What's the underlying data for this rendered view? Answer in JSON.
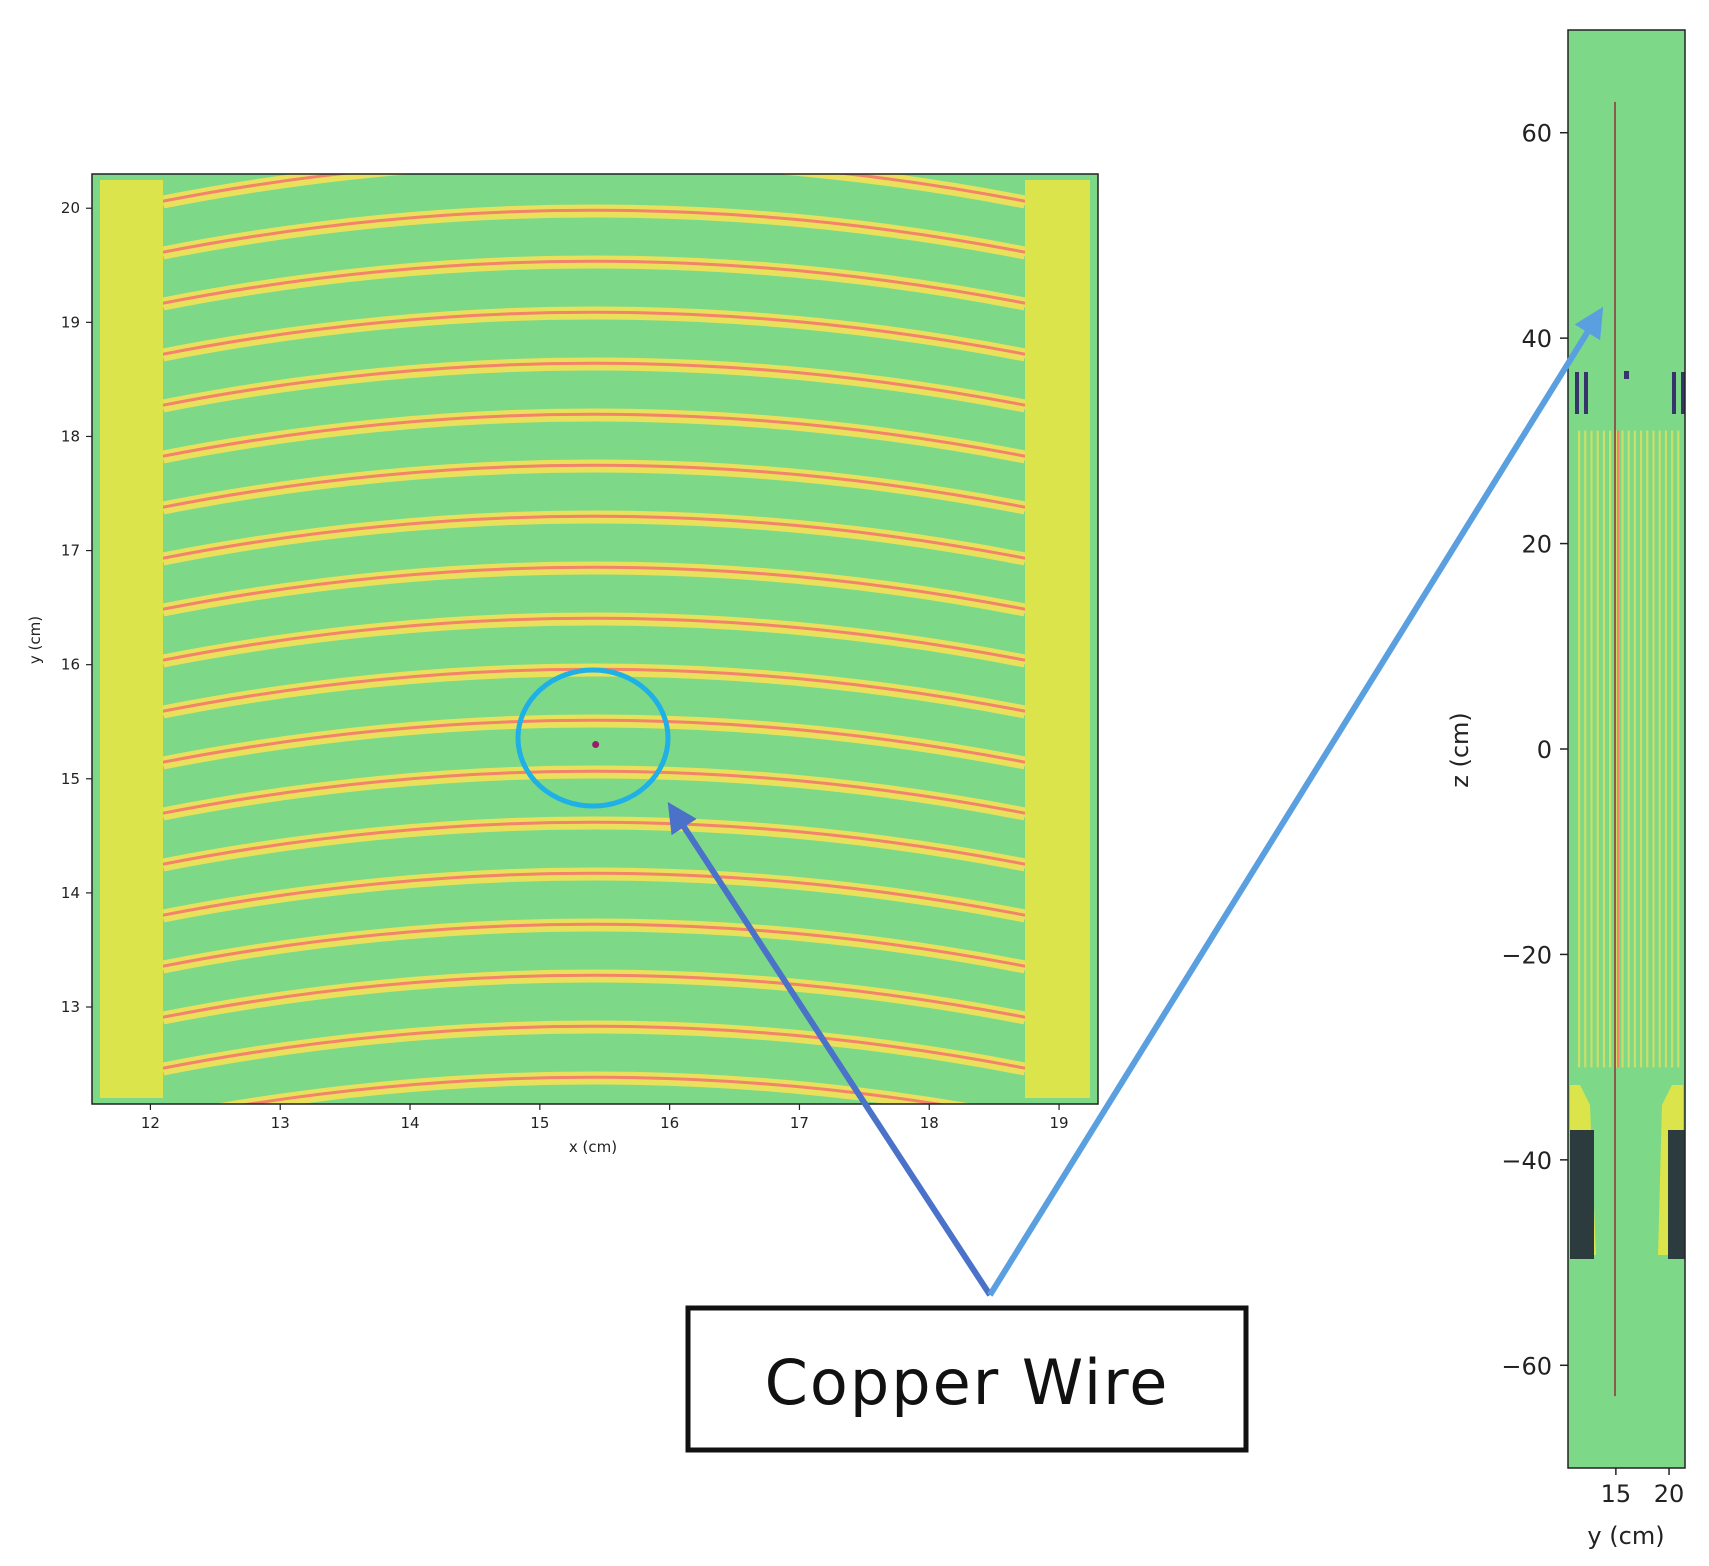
{
  "chart_data": [
    {
      "type": "heatmap",
      "xlabel": "x (cm)",
      "ylabel": "y (cm)",
      "xlim": [
        11.55,
        19.3
      ],
      "ylim": [
        12.15,
        20.3
      ],
      "xticks": [
        "12",
        "13",
        "14",
        "15",
        "16",
        "17",
        "18",
        "19"
      ],
      "yticks": [
        "13",
        "14",
        "15",
        "16",
        "17",
        "18",
        "19",
        "20"
      ],
      "wire_marker": {
        "x": 15.43,
        "y": 15.3
      }
    },
    {
      "type": "heatmap",
      "xlabel": "y (cm)",
      "ylabel": "z (cm)",
      "xlim": [
        10.5,
        21.5
      ],
      "ylim": [
        -70,
        70
      ],
      "xticks": [
        "15",
        "20"
      ],
      "yticks": [
        "60",
        "40",
        "20",
        "0",
        "−20",
        "−40",
        "−60"
      ],
      "wire_z_range": [
        -63,
        63
      ]
    }
  ],
  "callout": {
    "label": "Copper Wire"
  },
  "colors": {
    "background": "#7dd887",
    "side_plate": "#dbe54b",
    "fuel_line": "#f3836b",
    "fuel_outline": "#e9e15c",
    "marker": "#9b1c6a",
    "circle": "#1eb0e6",
    "arrow_dark": "#4a72c9",
    "arrow_light": "#5a9fe0",
    "spacer": "#37336b",
    "dark_block": "#2c3b3e"
  }
}
